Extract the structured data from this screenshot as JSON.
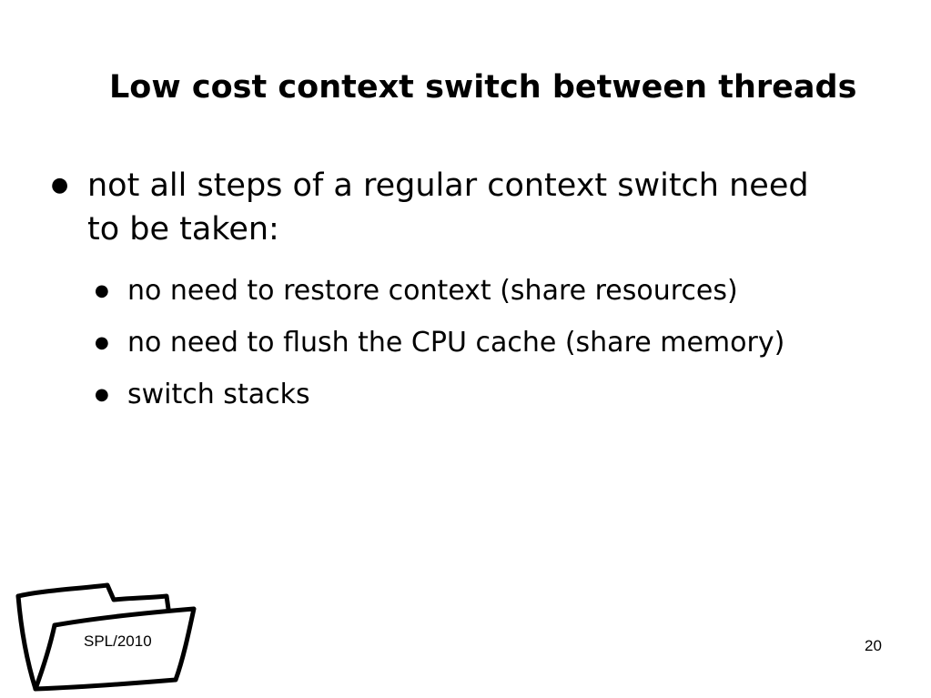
{
  "slide": {
    "title": "Low cost context switch between threads",
    "bullets": [
      {
        "text": "not all steps of a regular context switch need to be taken:",
        "sub_bullets": [
          "no need to restore context (share resources)",
          "no need to flush the CPU cache (share memory)",
          "switch stacks"
        ]
      }
    ],
    "bullet_glyph": "●"
  },
  "footer": {
    "logo_icon": "folder-icon",
    "label": "SPL/2010",
    "page_number": "20"
  }
}
